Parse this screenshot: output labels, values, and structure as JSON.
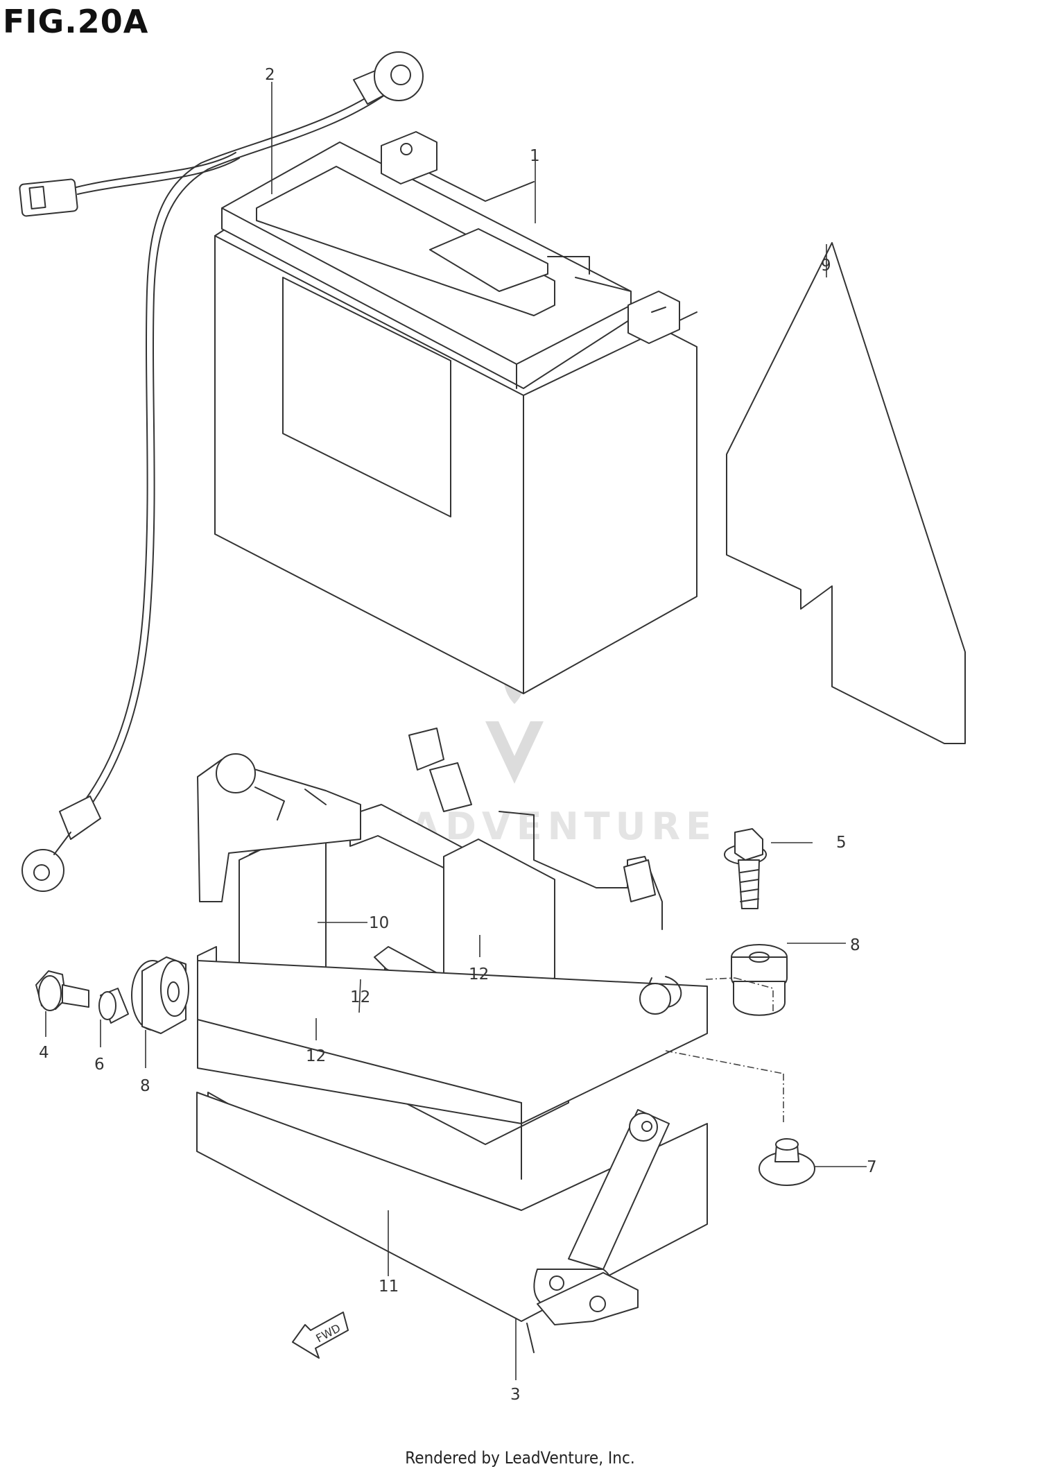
{
  "figure": {
    "title": "FIG.20A"
  },
  "parts": [
    {
      "ref": "1",
      "label": "1"
    },
    {
      "ref": "2",
      "label": "2"
    },
    {
      "ref": "3",
      "label": "3"
    },
    {
      "ref": "4",
      "label": "4"
    },
    {
      "ref": "5",
      "label": "5"
    },
    {
      "ref": "6",
      "label": "6"
    },
    {
      "ref": "7",
      "label": "7"
    },
    {
      "ref": "8a",
      "label": "8"
    },
    {
      "ref": "8b",
      "label": "8"
    },
    {
      "ref": "9",
      "label": "9"
    },
    {
      "ref": "10",
      "label": "10"
    },
    {
      "ref": "11",
      "label": "11"
    },
    {
      "ref": "12a",
      "label": "12"
    },
    {
      "ref": "12b",
      "label": "12"
    },
    {
      "ref": "12c",
      "label": "12"
    }
  ],
  "direction_marker": {
    "label": "FWD"
  },
  "watermark": {
    "text": "LEADVENTURE"
  },
  "footer": {
    "text": "Rendered by LeadVenture, Inc."
  }
}
